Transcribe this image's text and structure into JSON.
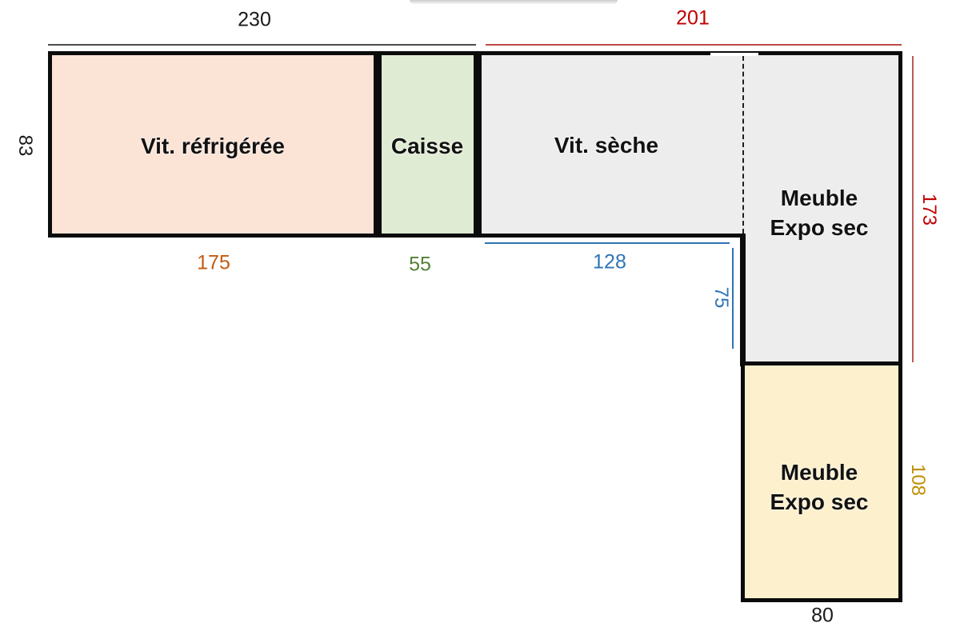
{
  "boxes": {
    "vit_refrigeree": {
      "label": "Vit. réfrigérée",
      "fill": "#FBE3D6"
    },
    "caisse": {
      "label": "Caisse",
      "fill": "#DFEBD3"
    },
    "vit_seche": {
      "label": "Vit. sèche",
      "fill": "#EDEDED"
    },
    "meuble_expo_sec_haut": {
      "line1": "Meuble",
      "line2": "Expo sec",
      "fill": "#EDEDED"
    },
    "meuble_expo_sec_bas": {
      "line1": "Meuble",
      "line2": "Expo sec",
      "fill": "#FCF0CD"
    }
  },
  "dimensions": {
    "top_left_total": {
      "value": "230",
      "color": "#1a1a1a"
    },
    "top_right_total": {
      "value": "201",
      "color": "#C00000"
    },
    "left_height": {
      "value": "83",
      "color": "#1a1a1a"
    },
    "vit_refrigeree_width": {
      "value": "175",
      "color": "#C55A11"
    },
    "caisse_width": {
      "value": "55",
      "color": "#538135"
    },
    "vit_seche_width": {
      "value": "128",
      "color": "#2E74B5"
    },
    "vit_seche_right_height": {
      "value": "75",
      "color": "#2E74B5"
    },
    "meuble_haut_height": {
      "value": "173",
      "color": "#C00000"
    },
    "meuble_bas_height": {
      "value": "108",
      "color": "#BF8F00"
    },
    "meuble_bas_width": {
      "value": "80",
      "color": "#1a1a1a"
    }
  }
}
